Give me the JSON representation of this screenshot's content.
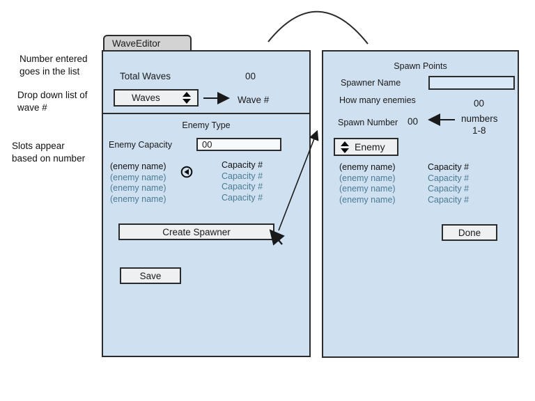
{
  "colors": {
    "panel_fill": "#cfe0f1",
    "panel_border": "#2b2b2b",
    "tab_fill": "#d3d3d3",
    "control_fill": "#eef0f2",
    "secondary_text": "#4a7b93"
  },
  "annotations": {
    "note1_line1": "Number entered",
    "note1_line2": "goes in the list",
    "note2_line1": "Drop down list of",
    "note2_line2": "wave #",
    "note3_line1": "Slots appear",
    "note3_line2": "based on number"
  },
  "icons": {
    "waves_spinner": "up-down-spinner-icon",
    "enemy_spinner": "up-down-spinner-icon",
    "selected_enemy_marker": "circle-left-arrow-icon",
    "click_pointer": "cursor-arrow-icon"
  },
  "wave_editor": {
    "tab_title": "WaveEditor",
    "total_waves_label": "Total Waves",
    "total_waves_value": "00",
    "waves_dropdown_label": "Waves",
    "wave_number_label": "Wave #",
    "enemy_type_header": "Enemy Type",
    "enemy_capacity_label": "Enemy Capacity",
    "enemy_capacity_value": "00",
    "enemy_list": [
      {
        "name": "(enemy name)",
        "capacity": "Capacity #",
        "selected": true
      },
      {
        "name": "(enemy name)",
        "capacity": "Capacity #",
        "selected": false
      },
      {
        "name": "(enemy name)",
        "capacity": "Capacity #",
        "selected": false
      },
      {
        "name": "(enemy name)",
        "capacity": "Capacity #",
        "selected": false
      }
    ],
    "create_spawner_button": "Create Spawner",
    "save_button": "Save"
  },
  "spawn_points": {
    "header": "Spawn Points",
    "spawner_name_label": "Spawner Name",
    "spawner_name_value": "",
    "how_many_enemies_label": "How many enemies",
    "how_many_enemies_value": "00",
    "spawn_number_label": "Spawn Number",
    "spawn_number_value": "00",
    "numbers_hint_line1": "numbers",
    "numbers_hint_line2": "1-8",
    "enemy_dropdown_label": "Enemy",
    "enemy_list": [
      {
        "name": "(enemy name)",
        "capacity": "Capacity #",
        "selected": true
      },
      {
        "name": "(enemy name)",
        "capacity": "Capacity #",
        "selected": false
      },
      {
        "name": "(enemy name)",
        "capacity": "Capacity #",
        "selected": false
      },
      {
        "name": "(enemy name)",
        "capacity": "Capacity #",
        "selected": false
      }
    ],
    "done_button": "Done"
  }
}
